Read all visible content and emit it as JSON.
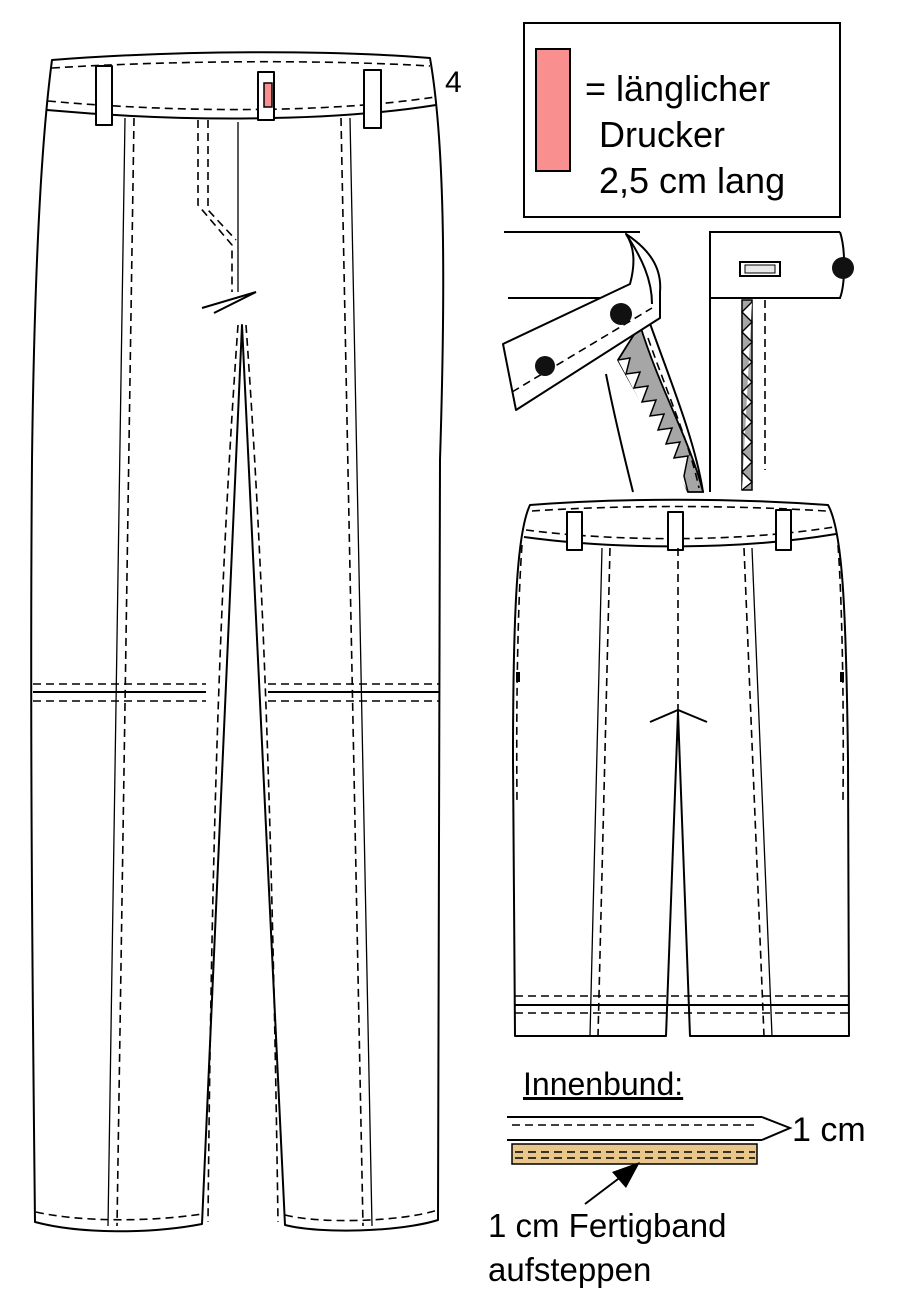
{
  "figure_number": "4",
  "legend": {
    "swatch_color": "#f98f8f",
    "line1": "= länglicher",
    "line2": "Drucker",
    "line3": "2,5 cm lang"
  },
  "innenbund": {
    "title": "Innenbund:",
    "width_label": "1 cm",
    "tape_color": "#e9c78c",
    "instruction_line1": "1 cm Fertigband",
    "instruction_line2": "aufsteppen"
  },
  "colors": {
    "line": "#000000",
    "zipper_tape": "#a6a6a6",
    "snap": "#111111"
  }
}
